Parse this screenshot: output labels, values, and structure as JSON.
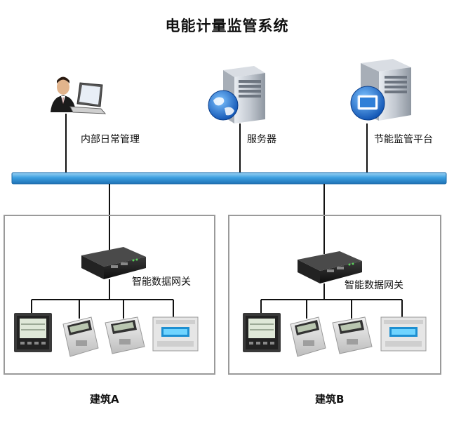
{
  "title": "电能计量监管系统",
  "nodes": {
    "internal_management": "内部日常管理",
    "server": "服务器",
    "platform": "节能监管平台"
  },
  "buildings": [
    {
      "label": "建筑A",
      "gateway_label": "智能数据网关"
    },
    {
      "label": "建筑B",
      "gateway_label": "智能数据网关"
    }
  ],
  "colors": {
    "network_bus": "#2a8fd6",
    "frame_border": "#9a9a9a",
    "line": "#111111"
  }
}
